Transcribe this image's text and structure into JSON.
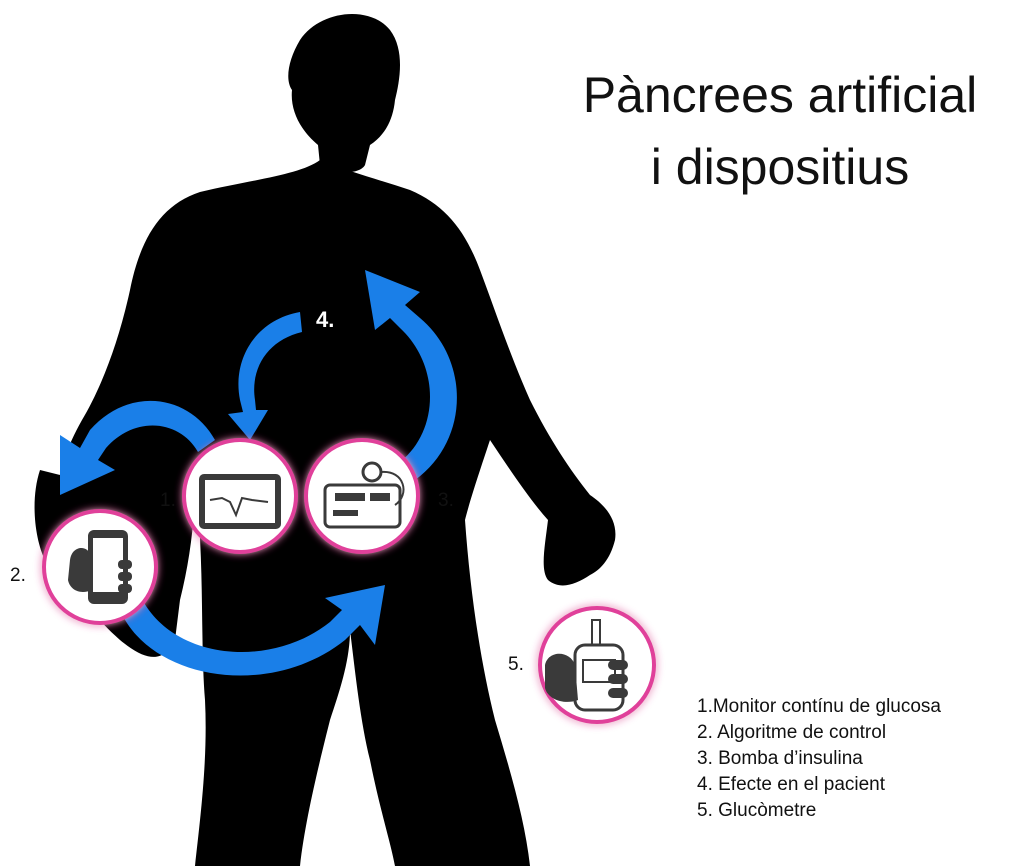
{
  "title": {
    "line1": "Pàncrees artificial",
    "line2": "i dispositius"
  },
  "steps": [
    {
      "number": "1.",
      "label": "1.Monitor contínu de glucosa",
      "icon": "glucose-monitor-icon"
    },
    {
      "number": "2.",
      "label": "2. Algoritme de control",
      "icon": "smartphone-hand-icon"
    },
    {
      "number": "3.",
      "label": "3. Bomba d’insulina",
      "icon": "insulin-pump-icon"
    },
    {
      "number": "4.",
      "label": "4. Efecte en el pacient",
      "icon": "patient-silhouette"
    },
    {
      "number": "5.",
      "label": "5. Glucòmetre",
      "icon": "glucometer-hand-icon"
    }
  ],
  "colors": {
    "silhouette": "#000000",
    "arrow": "#1a7fe8",
    "ring": "#e0409a",
    "icon": "#3a3a3a",
    "text": "#111111"
  }
}
